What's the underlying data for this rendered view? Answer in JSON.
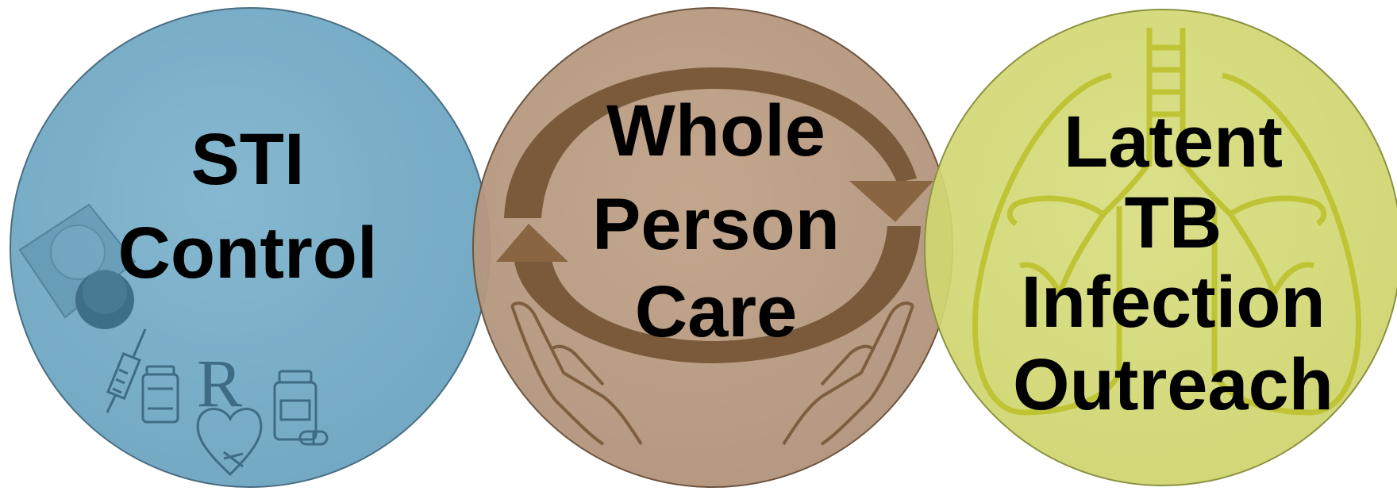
{
  "circles": [
    {
      "label_lines": [
        "STI",
        "Control"
      ],
      "fill": "#7AAFC9",
      "icons": [
        "condom-icon",
        "pills-icon",
        "syringe-icon",
        "vial-icon",
        "rx-heart-icon",
        "medicine-bottle-icon"
      ]
    },
    {
      "label_lines": [
        "Whole",
        "Person",
        "Care"
      ],
      "fill": "#B89A7E",
      "icons": [
        "cycle-arrows-icon",
        "caring-hands-icon"
      ]
    },
    {
      "label_lines": [
        "Latent",
        "TB",
        "Infection",
        "Outreach"
      ],
      "fill": "#D2D872",
      "icons": [
        "lungs-icon"
      ]
    }
  ],
  "colors": {
    "sti": "#7AAFC9",
    "care": "#B89A7E",
    "tb": "#D2D872",
    "text": "#000000"
  }
}
